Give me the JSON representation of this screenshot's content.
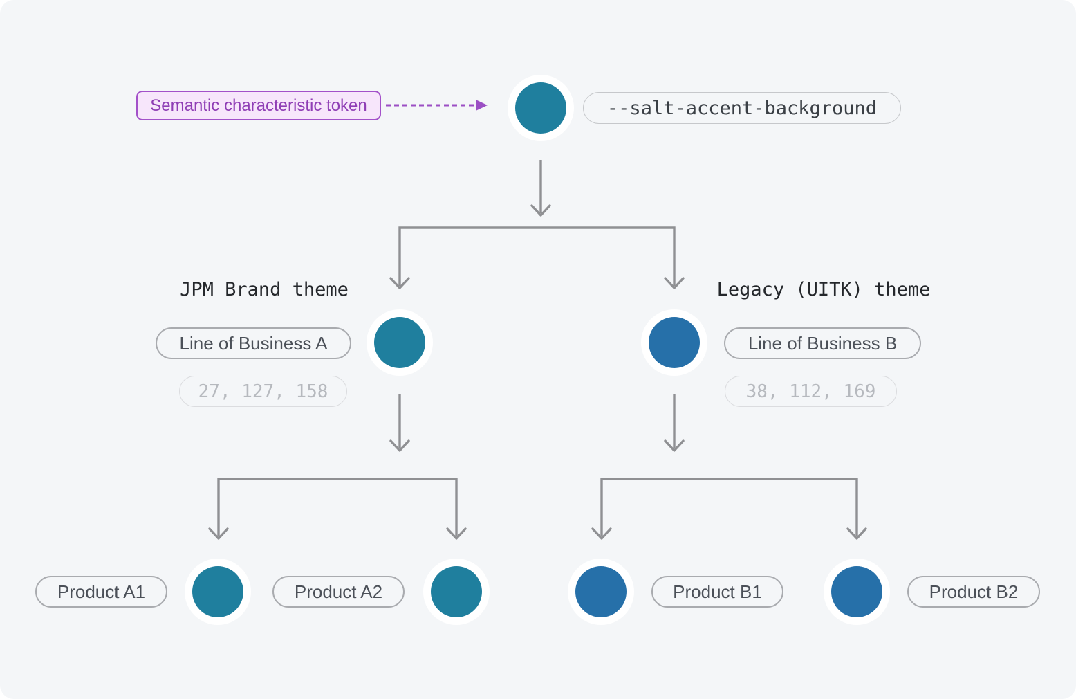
{
  "canvas": {
    "background": "#f4f6f8",
    "arrow_color": "#8f9093",
    "annotation_color": "#9b4fc4"
  },
  "annotation": {
    "label": "Semantic characteristic token"
  },
  "root": {
    "token": "--salt-accent-background",
    "color": "#1f7f9e"
  },
  "themes": [
    {
      "name": "JPM Brand theme",
      "line_of_business": "Line of Business A",
      "rgb": "27, 127, 158",
      "color": "#1f7f9e",
      "products": [
        {
          "label": "Product A1"
        },
        {
          "label": "Product A2"
        }
      ]
    },
    {
      "name": "Legacy (UITK) theme",
      "line_of_business": "Line of Business B",
      "rgb": "38, 112, 169",
      "color": "#2670a9",
      "products": [
        {
          "label": "Product B1"
        },
        {
          "label": "Product B2"
        }
      ]
    }
  ]
}
